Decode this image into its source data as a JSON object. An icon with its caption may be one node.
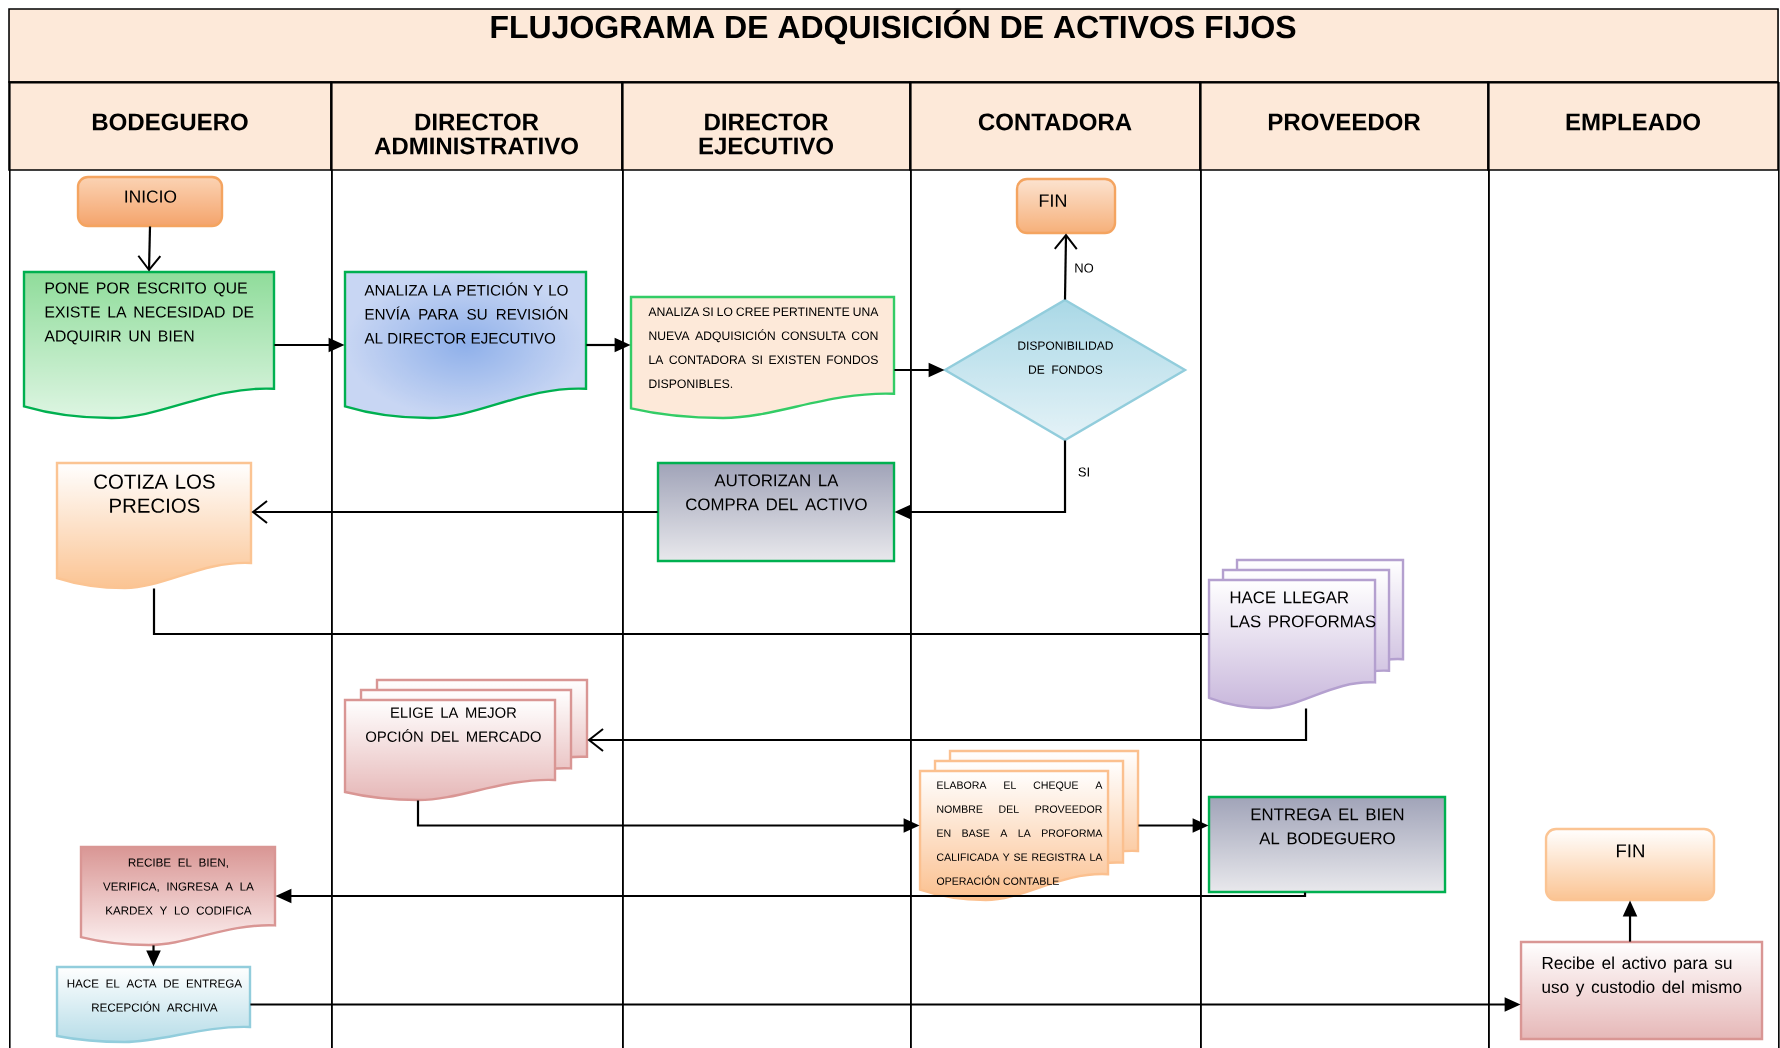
{
  "diagram": {
    "title": "FLUJOGRAMA DE ADQUISICIÓN DE ACTIVOS FIJOS",
    "nodes": [
      {
        "text": [
          "BODEGUERO"
        ]
      },
      {
        "text": [
          "DIRECTOR ADMINISTRATIVO"
        ]
      },
      {
        "text": [
          "DIRECTOR EJECUTIVO"
        ]
      },
      {
        "text": [
          "CONTADORA"
        ]
      },
      {
        "text": [
          "PROVEEDOR"
        ]
      },
      {
        "text": [
          "EMPLEADO"
        ]
      },
      {
        "text": [
          "INICIO"
        ],
        "in": 0
      },
      {
        "text": [
          "PONE POR ESCRITO QUE EXISTE LA NECESIDAD DE ADQUIRIR UN BIEN"
        ],
        "in": 0
      },
      {
        "text": [
          "ANALIZA LA PETICIÓN Y LO ENVÍA PARA SU REVISIÓN AL DIRECTOR EJECUTIVO"
        ],
        "in": 1
      },
      {
        "text": [
          "ANALIZA SI LO CREE PERTINENTE UNA NUEVA ADQUISICIÓN CONSULTA CON LA CONTADORA SI EXISTEN FONDOS DISPONIBLES."
        ],
        "in": 2
      },
      {
        "text": [
          "DISPONIBILIDAD DE FONDOS"
        ],
        "in": 3
      },
      {
        "text": [
          "FIN"
        ],
        "in": 3
      },
      {
        "text": [
          "COTIZA LOS PRECIOS"
        ],
        "in": 0
      },
      {
        "text": [
          "AUTORIZAN LA COMPRA DEL ACTIVO"
        ],
        "in": 2
      },
      {
        "text": [
          "HACE LLEGAR LAS PROFORMAS"
        ],
        "in": 4
      },
      {
        "text": [
          "ELIGE LA MEJOR OPCIÓN DEL MERCADO"
        ],
        "in": 1
      },
      {
        "text": [
          "ELABORA EL CHEQUE A NOMBRE DEL PROVEEDOR EN BASE A LA PROFORMA CALIFICADA Y SE REGISTRA LA OPERACIÓN CONTABLE"
        ],
        "in": 3
      },
      {
        "text": [
          "ENTREGA EL BIEN AL BODEGUERO"
        ],
        "in": 4
      },
      {
        "text": [
          "RECIBE EL BIEN, VERIFICA, INGRESA A LA KARDEX Y LO CODIFICA"
        ],
        "in": 0
      },
      {
        "text": [
          "HACE EL ACTA DE ENTREGA RECEPCIÓN ARCHIVA"
        ],
        "in": 0
      },
      {
        "text": [
          "Recibe el activo para su uso y custodio del mismo"
        ],
        "in": 5
      },
      {
        "text": [
          "FIN"
        ],
        "in": 5
      }
    ],
    "edges": [
      {
        "from": 6,
        "to": 7,
        "arrow": "to"
      },
      {
        "from": 7,
        "to": 8,
        "arrow": "to"
      },
      {
        "from": 8,
        "to": 9,
        "arrow": "to"
      },
      {
        "from": 9,
        "to": 10,
        "arrow": "to"
      },
      {
        "from": 10,
        "to": 11,
        "arrow": "to",
        "label": "NO"
      },
      {
        "from": 10,
        "to": 13,
        "arrow": "to",
        "label": "SI"
      },
      {
        "from": 13,
        "to": 12,
        "arrow": "to"
      },
      {
        "from": 12,
        "to": 14,
        "arrow": "none"
      },
      {
        "from": 14,
        "to": 15,
        "arrow": "to"
      },
      {
        "from": 15,
        "to": 16,
        "arrow": "to"
      },
      {
        "from": 16,
        "to": 17,
        "arrow": "to"
      },
      {
        "from": 17,
        "to": 18,
        "arrow": "to"
      },
      {
        "from": 18,
        "to": 19,
        "arrow": "to"
      },
      {
        "from": 19,
        "to": 20,
        "arrow": "to"
      },
      {
        "from": 20,
        "to": 21,
        "arrow": "to"
      }
    ]
  }
}
